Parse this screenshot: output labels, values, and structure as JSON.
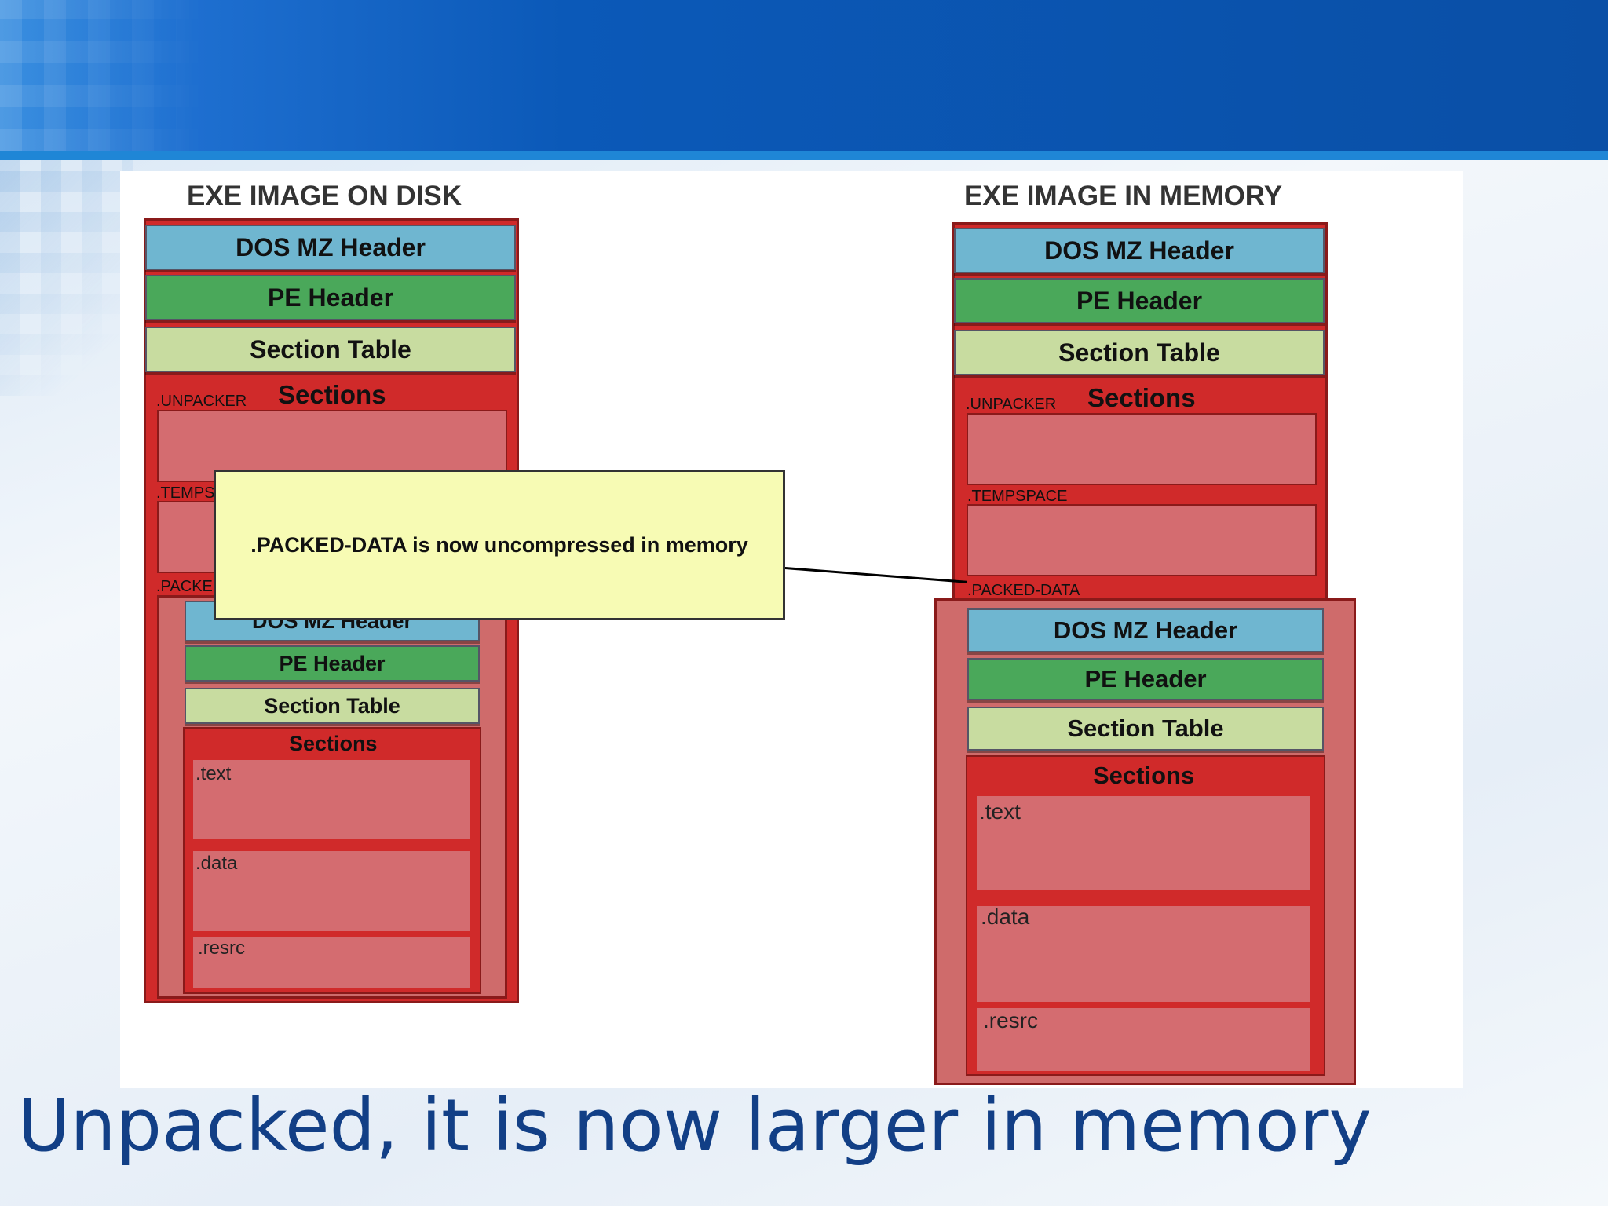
{
  "slide": {
    "caption": "Unpacked, it is now larger in memory"
  },
  "disk": {
    "title": "EXE IMAGE ON DISK",
    "dos_header": "DOS MZ Header",
    "pe_header": "PE Header",
    "section_table": "Section Table",
    "sections_title": "Sections",
    "unpacker_label": ".UNPACKER",
    "tempspace_label": ".TEMPS",
    "packed_label": ".PACKE",
    "packed": {
      "dos_header": "DOS MZ Header",
      "pe_header": "PE Header",
      "section_table": "Section Table",
      "sections_title": "Sections",
      "text_label": ".text",
      "data_label": ".data",
      "resrc_label": ".resrc"
    }
  },
  "memory": {
    "title": "EXE IMAGE IN MEMORY",
    "dos_header": "DOS MZ Header",
    "pe_header": "PE Header",
    "section_table": "Section Table",
    "sections_title": "Sections",
    "unpacker_label": ".UNPACKER",
    "tempspace_label": ".TEMPSPACE",
    "packed_label": ".PACKED-DATA",
    "packed": {
      "dos_header": "DOS MZ Header",
      "pe_header": "PE Header",
      "section_table": "Section Table",
      "sections_title": "Sections",
      "text_label": ".text",
      "data_label": ".data",
      "resrc_label": ".resrc"
    }
  },
  "callout": {
    "text": ".PACKED-DATA is now uncompressed in memory"
  }
}
